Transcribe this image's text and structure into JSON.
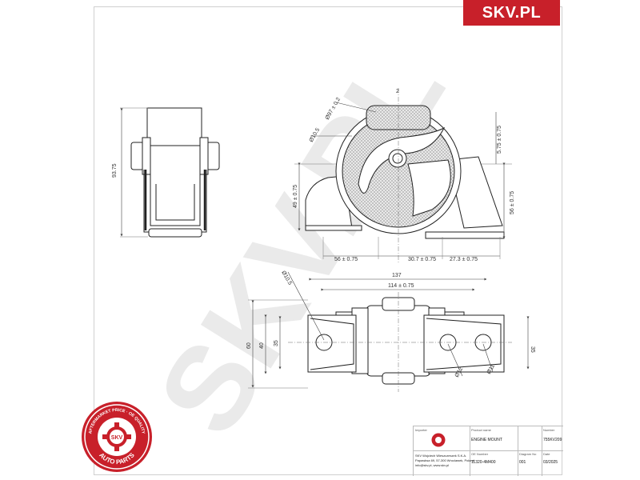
{
  "brand": {
    "label": "SKV.PL",
    "color": "#c8202a"
  },
  "watermark": {
    "text": "SKV.PL"
  },
  "dimensions": {
    "side_height": "93.75",
    "circle_dia": "Ø97 ± 0.2",
    "bolt_dia_small": "Ø10.5",
    "offset_top": "5.75 ± 0.75",
    "height_left": "49 ± 0.75",
    "height_right": "56 ± 0.75",
    "width_left": "56 ± 0.75",
    "width_mid": "30.7 ± 0.75",
    "width_right": "27.3 ± 0.75",
    "top_center": "2",
    "overall_length": "137",
    "hole_spacing": "114 ± 0.75",
    "hole_dia_plan": "Ø10.5",
    "height_60": "60",
    "height_40": "40",
    "height_35_left": "35",
    "height_35_right": "35",
    "dia_12": "Ø12",
    "dia_11": "Ø11"
  },
  "title_block": {
    "importer_label": "Importer",
    "product_name_label": "Product name",
    "product_name": "ENGINE MOUNT",
    "number_label": "Number",
    "number": "755KV209",
    "company_line1": "SKV Wojciech Wieszczeszek S.K.A.",
    "company_line2": "Papawksa 69, 57-300 Wroclawek, Poland",
    "company_line3": "info@skv.pl, www.skv.pl",
    "oe_label": "OE Number",
    "oe_number": "11320-4M400",
    "diagram_label": "Diagram No",
    "diagram_no": "001",
    "date_label": "Date",
    "date": "03/2025"
  },
  "badge": {
    "ring_text": "AFTERMARKET PRICE · OE QUALITY",
    "center": "SKV",
    "bottom": "AUTO PARTS",
    "color": "#c8202a"
  }
}
